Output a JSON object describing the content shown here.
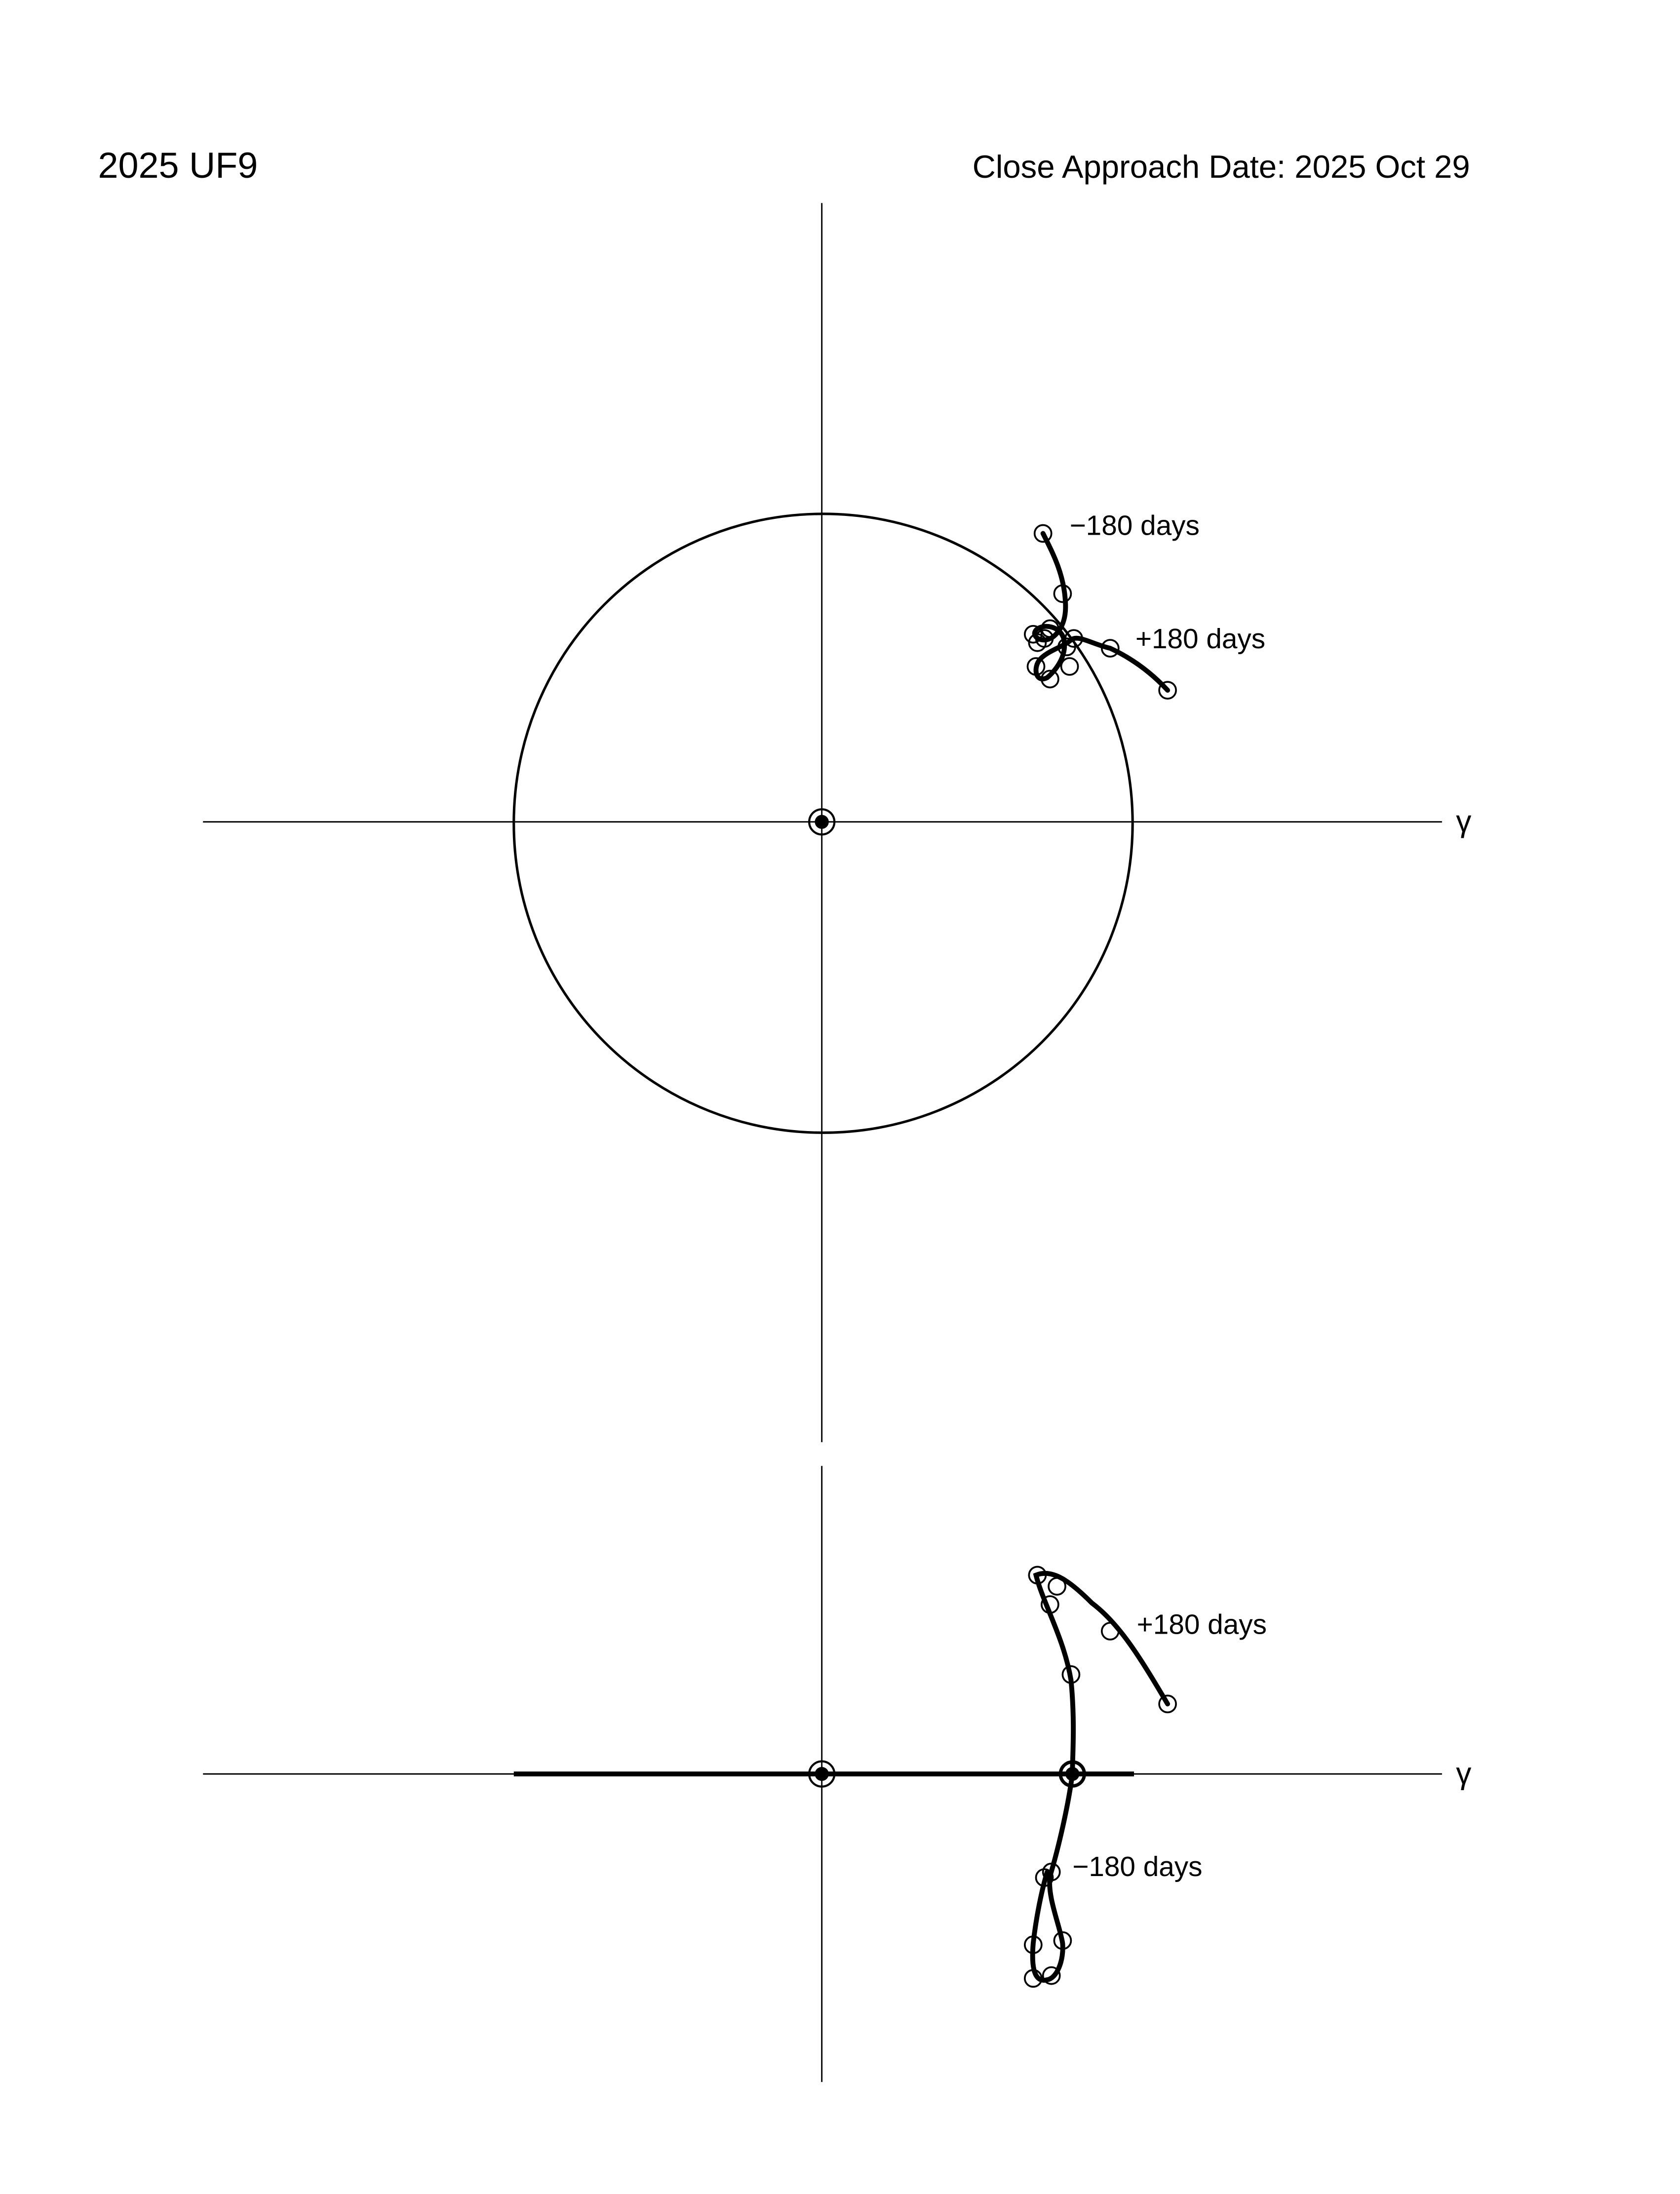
{
  "header": {
    "object_name": "2025 UF9",
    "close_approach_label": "Close Approach Date:  2025 Oct 29"
  },
  "top_view": {
    "axis_label": "γ",
    "label_start": "−180 days",
    "label_end": "+180 days",
    "earth_orbit": "circle centered on Sun"
  },
  "side_view": {
    "axis_label": "γ",
    "label_start": "−180 days",
    "label_end": "+180 days"
  },
  "colors": {
    "foreground": "#000000",
    "background": "#ffffff"
  }
}
